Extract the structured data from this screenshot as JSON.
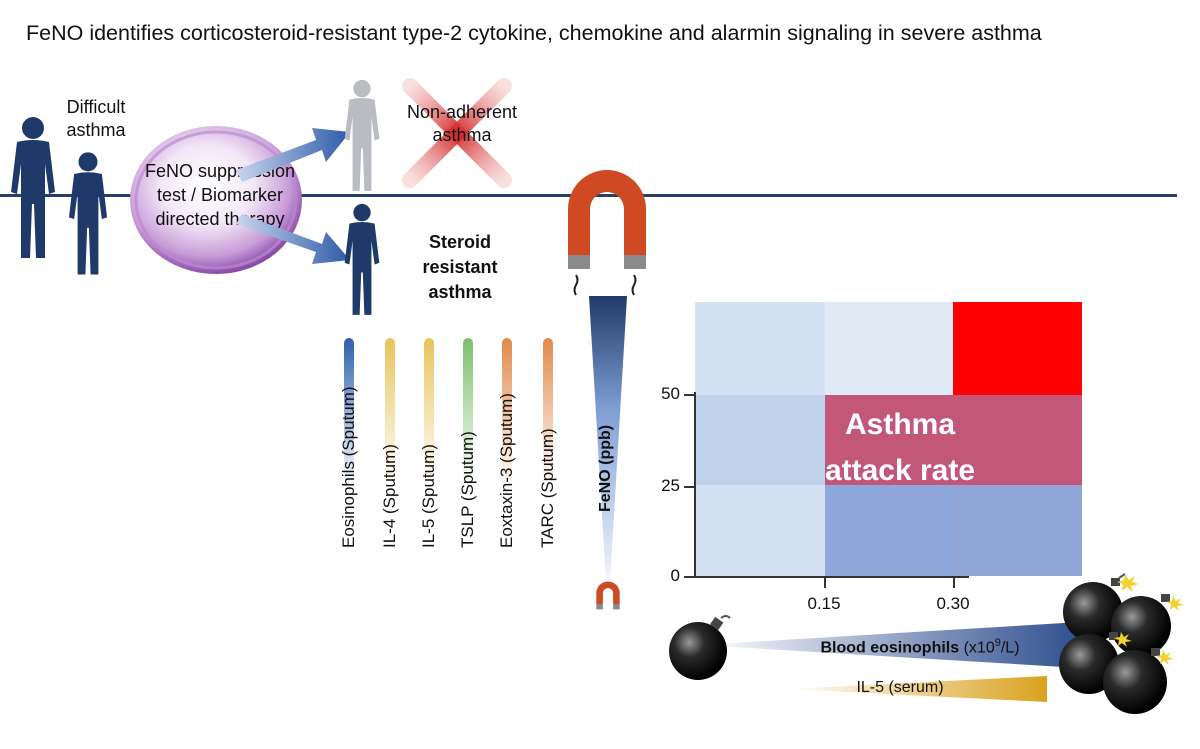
{
  "title": "FeNO identifies corticosteroid-resistant type-2 cytokine, chemokine and alarmin signaling in  severe asthma",
  "left": {
    "difficult_line1": "Difficult",
    "difficult_line2": "asthma",
    "test_line1": "FeNO suppression",
    "test_line2": "test  / Biomarker",
    "test_line3": "directed therapy"
  },
  "outcomes": {
    "nonadherent_line1": "Non-adherent",
    "nonadherent_line2": "asthma",
    "steroid_line1": "Steroid",
    "steroid_line2": "resistant",
    "steroid_line3": "asthma"
  },
  "markers": [
    {
      "name": "Eosinophils (Sputum)",
      "color": "#2f5fae"
    },
    {
      "name": "IL-4 (Sputum)",
      "color": "#e8c45a"
    },
    {
      "name": "IL-5 (Sputum)",
      "color": "#e8c45a"
    },
    {
      "name": "TSLP (Sputum)",
      "color": "#7cbf6a"
    },
    {
      "name": "Eoxtaxin-3 (Sputum)",
      "color": "#e08a4a"
    },
    {
      "name": "TARC (Sputum)",
      "color": "#e08a4a"
    }
  ],
  "feno_axis_label": "FeNO (ppb)",
  "heatmap": {
    "y_ticks": [
      "0",
      "25",
      "50"
    ],
    "x_ticks": [
      "0.15",
      "0.30"
    ],
    "cells": [
      [
        "#d3e1f2",
        "#e0eaf5",
        "#ff0000"
      ],
      [
        "#bfd2ec",
        "#c3577a",
        "#c3577a"
      ],
      [
        "#d2e0f2",
        "#8ea8db",
        "#91a6d6"
      ]
    ],
    "overlay_line1": "Asthma",
    "overlay_line2": "attack rate"
  },
  "blood_eos": {
    "label_bold": "Blood eosinophils",
    "label_unit": "(x10",
    "label_sup": "9",
    "label_end": "/L)"
  },
  "il5_label": "IL-5 (serum)",
  "colors": {
    "navy": "#1f3a68",
    "magnet_red": "#cf4a22",
    "magnet_gray": "#8a8a8a",
    "axis_line": "#23406f",
    "gold": "#e2ad2b"
  }
}
